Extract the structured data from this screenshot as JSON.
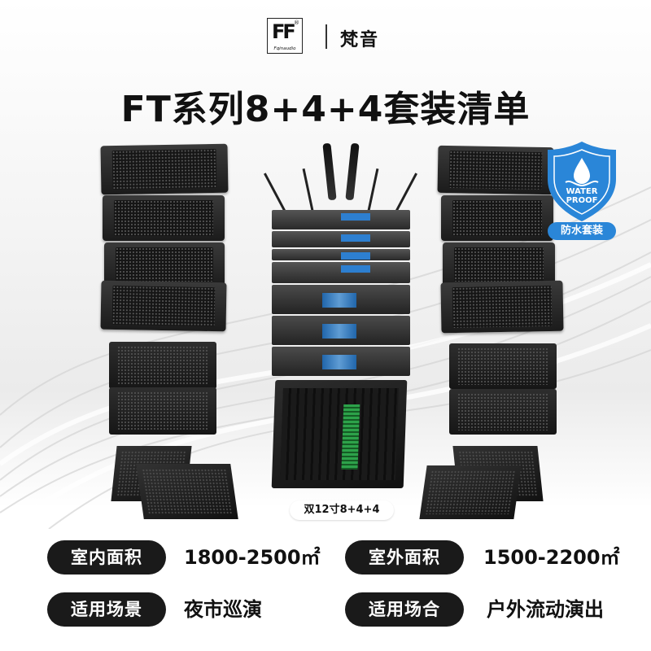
{
  "brand": {
    "logo_text": "FF",
    "logo_registered": "®",
    "logo_subtext": "Fqinaudio",
    "name": "梵音"
  },
  "title": "FT系列8+4+4套装清单",
  "badge": {
    "icon": "waterproof-shield-icon",
    "line1": "WATER",
    "line2": "PROOF",
    "label": "防水套装",
    "color": "#2a86d8"
  },
  "config_label": "双12寸8+4+4",
  "specs": [
    {
      "label": "室内面积",
      "value": "1800-2500㎡"
    },
    {
      "label": "室外面积",
      "value": "1500-2200㎡"
    },
    {
      "label": "适用场景",
      "value": "夜市巡演"
    },
    {
      "label": "适用场合",
      "value": "户外流动演出"
    }
  ],
  "colors": {
    "pill_bg": "#1a1a1a",
    "pill_text": "#ffffff",
    "accent_blue": "#2a86d8"
  }
}
